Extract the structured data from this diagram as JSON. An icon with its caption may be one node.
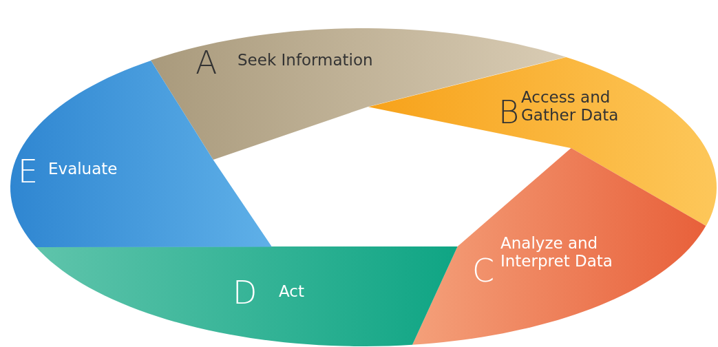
{
  "diagram": {
    "nodes": [
      {
        "text": [
          "A",
          "Seek Information"
        ]
      },
      {
        "text": [
          "B",
          "Access and Gather Data"
        ]
      },
      {
        "text": [
          "C",
          "Analyze and Interpret Data"
        ]
      },
      {
        "text": [
          "D",
          "Act"
        ]
      },
      {
        "text": [
          "E",
          "Evaluate"
        ]
      }
    ]
  }
}
